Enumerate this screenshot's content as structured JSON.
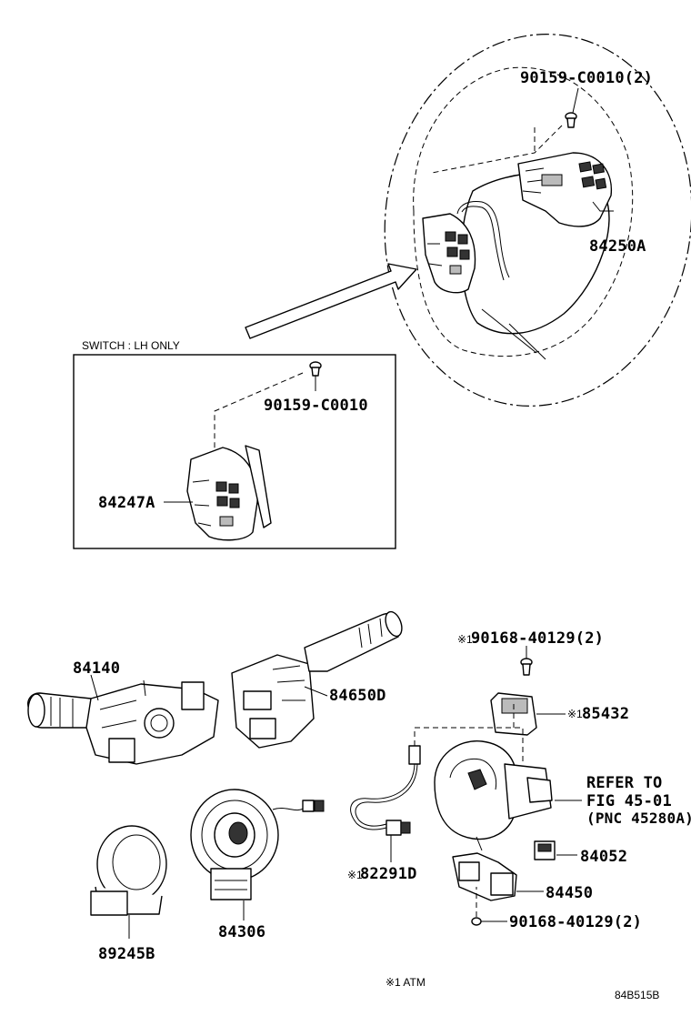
{
  "labels": {
    "bolt_wheel": "90159-C0010(2)",
    "wheel_switch": "84250A",
    "switch_lh_only": "SWITCH : LH ONLY",
    "bolt_lh": "90159-C0010",
    "lh_switch": "84247A",
    "turn_signal_switch": "84140",
    "wiper_switch": "84650D",
    "bolt_upper_prefix": "※1",
    "bolt_upper": "90168-40129(2)",
    "sensor_prefix": "※1",
    "sensor": "85432",
    "refer_line1": "REFER TO",
    "refer_line2": "FIG 45-01",
    "refer_line3": "(PNC 45280A)",
    "part_84052": "84052",
    "part_84450": "84450",
    "bolt_lower": "90168-40129(2)",
    "harness_prefix": "※1",
    "harness": "82291D",
    "spiral_cable": "84306",
    "cover": "89245B",
    "footnote": "※1  ATM",
    "figure_id": "84B515B"
  }
}
